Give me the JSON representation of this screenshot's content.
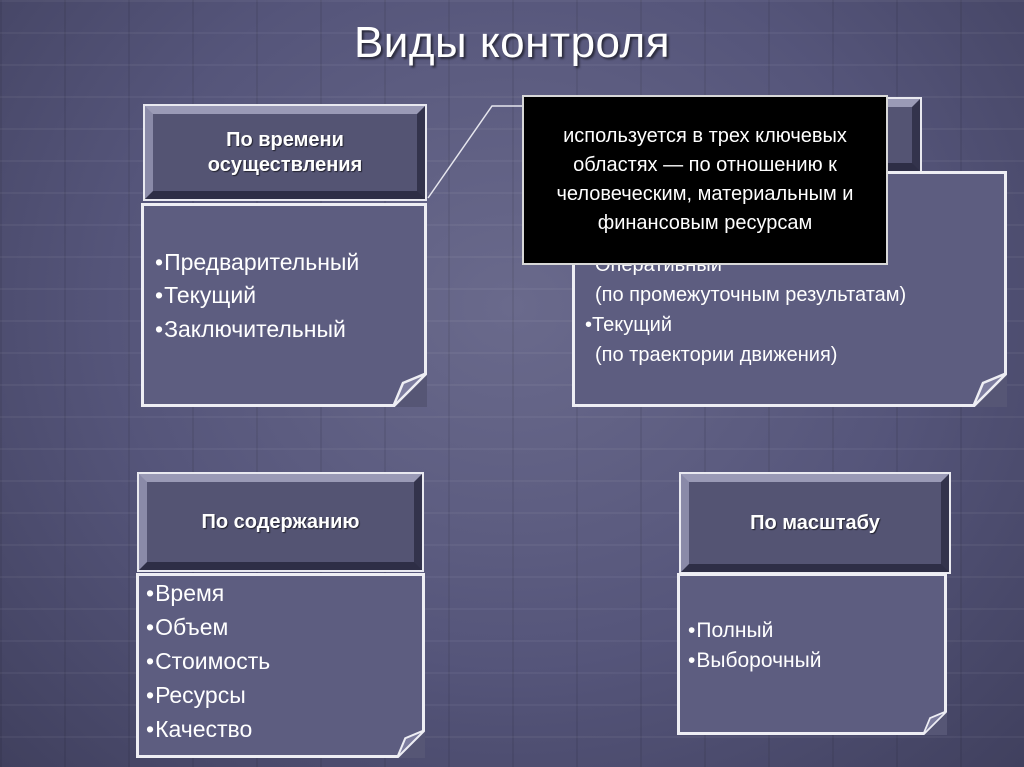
{
  "title": "Виды контроля",
  "block1": {
    "header": "По времени осуществления",
    "items": [
      "Предварительный",
      "Текущий",
      "Заключительный"
    ]
  },
  "block2": {
    "partial_line": "Оперативный",
    "items": [
      {
        "text": "(по промежуточным результатам)",
        "bullet": false
      },
      {
        "text": "Текущий",
        "bullet": true
      },
      {
        "text": "(по траектории движения)",
        "bullet": false
      }
    ]
  },
  "block3": {
    "header": "По содержанию",
    "items": [
      "Время",
      "Объем",
      "Стоимость",
      "Ресурсы",
      "Качество"
    ]
  },
  "block4": {
    "header": "По масштабу",
    "items": [
      "Полный",
      "Выборочный"
    ]
  },
  "tooltip": {
    "text": "используется в трех ключевых областях — по отношению к человеческим, материальным и финансовым ресурсам"
  }
}
